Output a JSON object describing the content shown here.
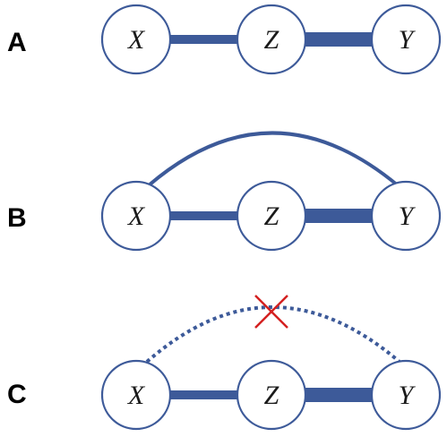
{
  "colors": {
    "node_stroke": "#3d5a99",
    "edge": "#3d5a99",
    "cross_mark": "#d42020",
    "label": "#000000",
    "background": "#ffffff"
  },
  "panels": [
    {
      "label": "A",
      "nodes": [
        "X",
        "Z",
        "Y"
      ],
      "edges": [
        "X-Z thin",
        "Z-Y thick"
      ],
      "arc": "none"
    },
    {
      "label": "B",
      "nodes": [
        "X",
        "Z",
        "Y"
      ],
      "edges": [
        "X-Z thin",
        "Z-Y thick"
      ],
      "arc": "solid"
    },
    {
      "label": "C",
      "nodes": [
        "X",
        "Z",
        "Y"
      ],
      "edges": [
        "X-Z thin",
        "Z-Y thick"
      ],
      "arc": "dotted-crossed"
    }
  ]
}
